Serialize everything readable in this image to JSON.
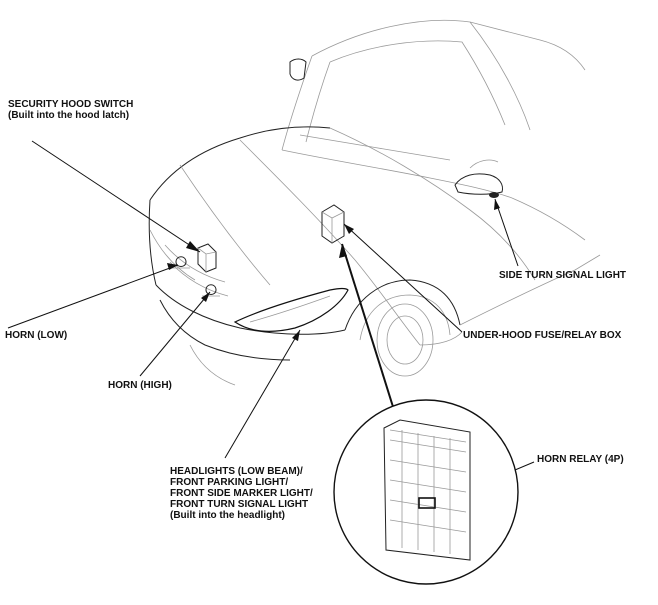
{
  "labels": {
    "security_hood_switch": [
      "SECURITY HOOD SWITCH",
      "(Built into the hood latch)"
    ],
    "side_turn_signal_light": [
      "SIDE TURN SIGNAL LIGHT"
    ],
    "horn_low": [
      "HORN (LOW)"
    ],
    "under_hood_fuse_relay_box": [
      "UNDER-HOOD FUSE/RELAY BOX"
    ],
    "horn_high": [
      "HORN (HIGH)"
    ],
    "horn_relay": [
      "HORN RELAY (4P)"
    ],
    "headlights": [
      "HEADLIGHTS (LOW BEAM)/",
      "FRONT PARKING LIGHT/",
      "FRONT SIDE MARKER LIGHT/",
      "FRONT TURN SIGNAL LIGHT",
      "(Built into the headlight)"
    ]
  }
}
